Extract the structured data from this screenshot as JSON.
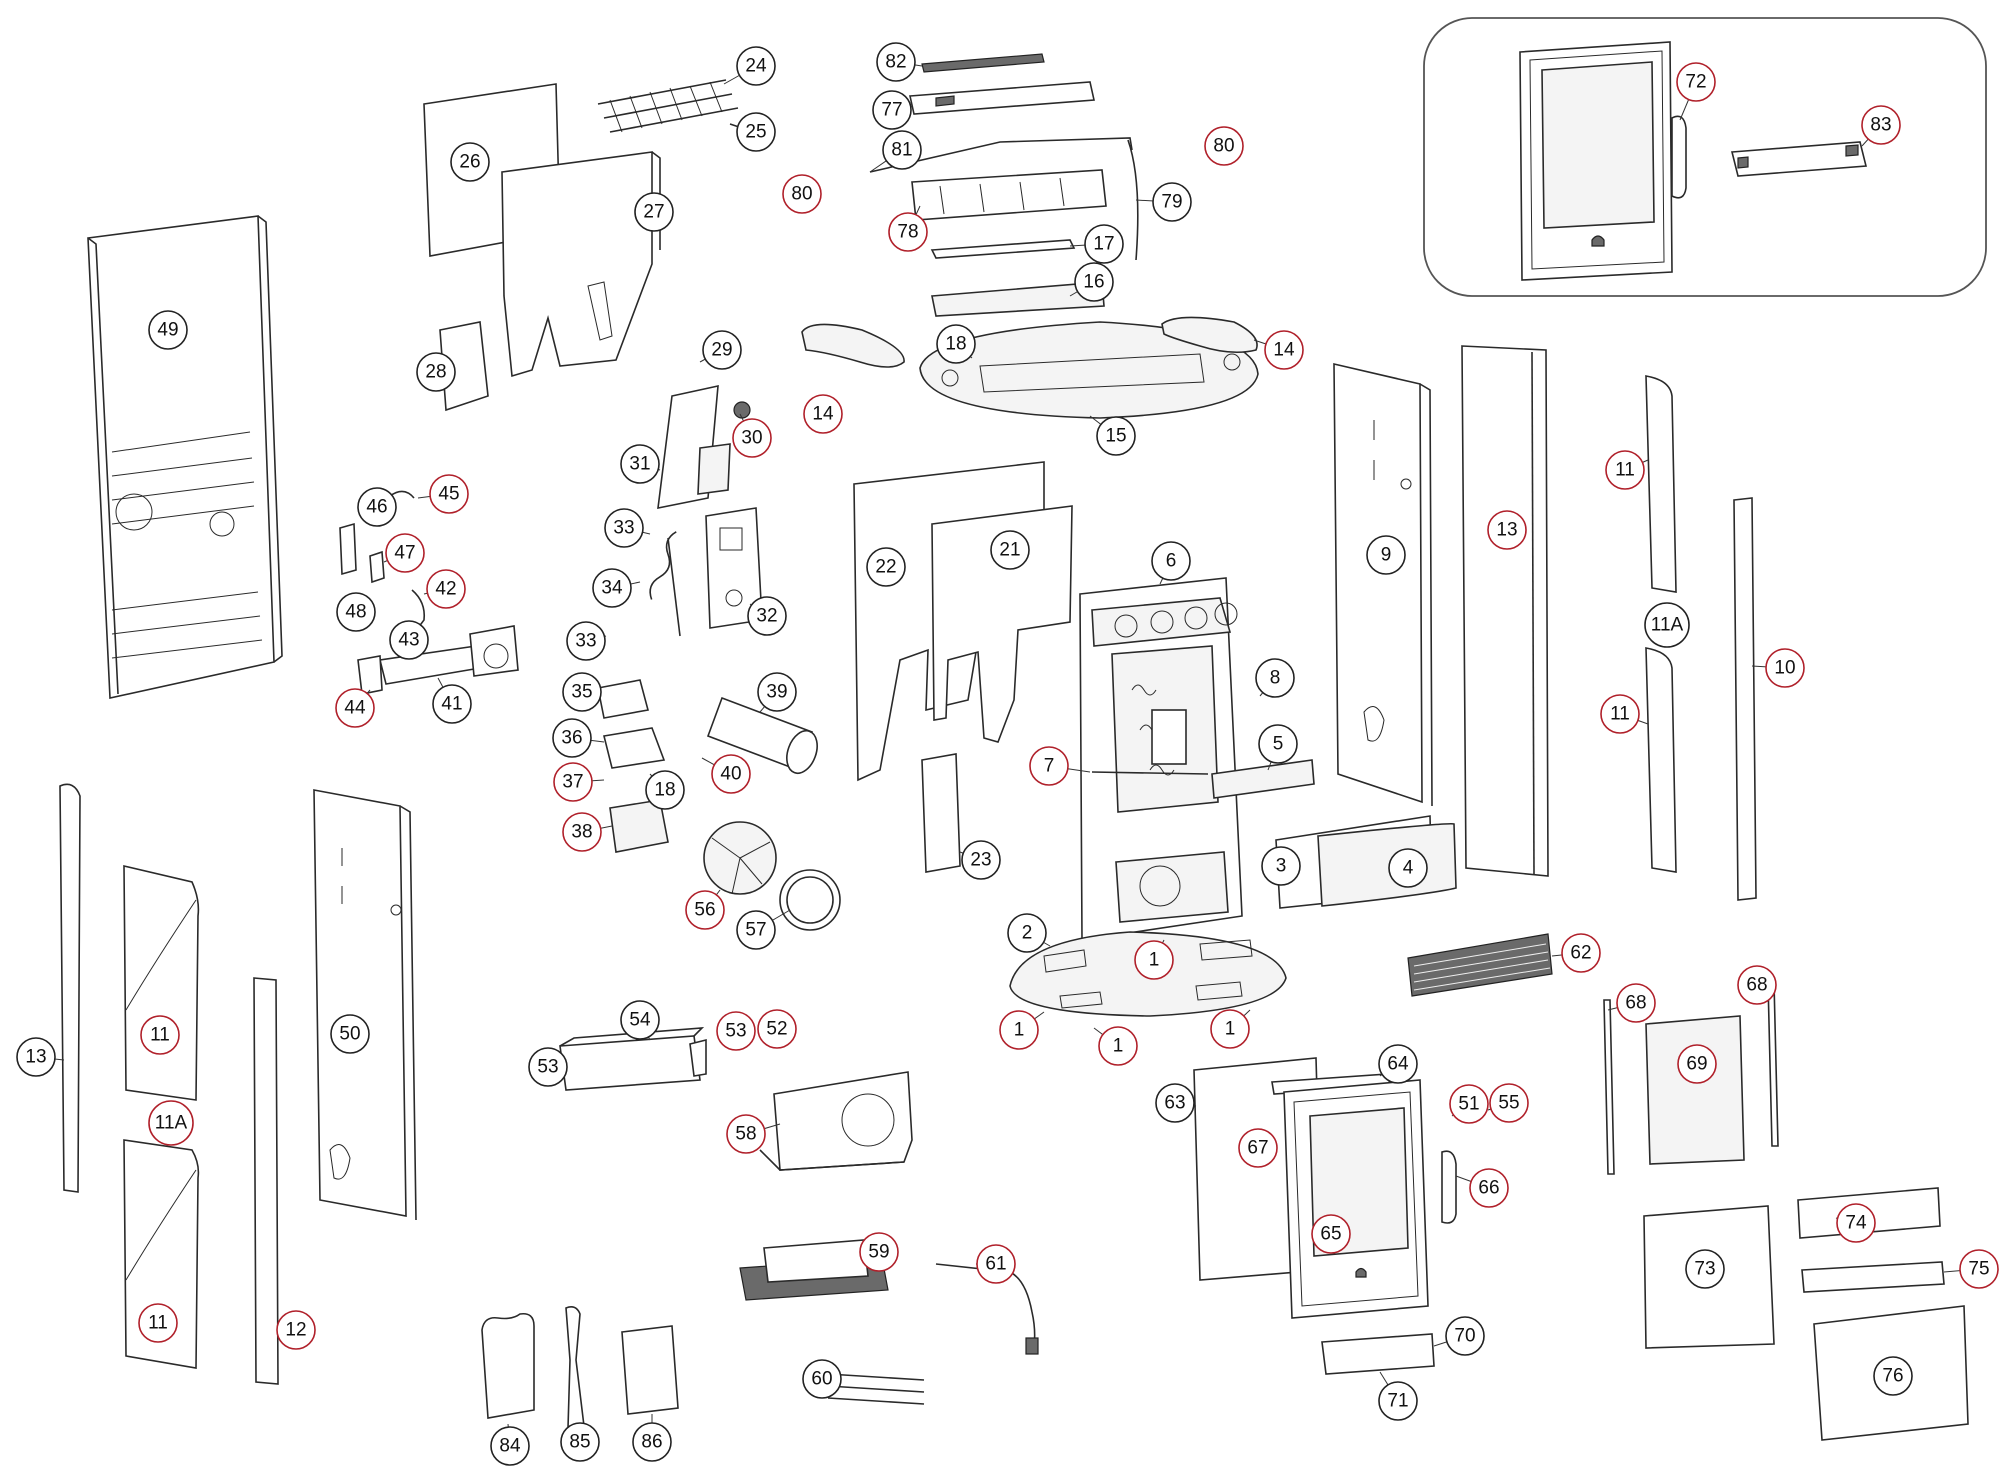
{
  "diagram": {
    "callout_labels": [
      "82",
      "77",
      "81",
      "78",
      "80",
      "80",
      "79",
      "17",
      "16",
      "18",
      "14",
      "14",
      "15",
      "24",
      "25",
      "26",
      "27",
      "28",
      "29",
      "30",
      "31",
      "33",
      "34",
      "33",
      "32",
      "35",
      "36",
      "37",
      "18",
      "38",
      "39",
      "40",
      "45",
      "46",
      "47",
      "42",
      "48",
      "43",
      "41",
      "44",
      "49",
      "72",
      "83",
      "6",
      "9",
      "13",
      "11",
      "11A",
      "11",
      "10",
      "21",
      "22",
      "8",
      "5",
      "7",
      "3",
      "4",
      "2",
      "1",
      "1",
      "1",
      "1",
      "62",
      "23",
      "56",
      "57",
      "13",
      "11",
      "11A",
      "11",
      "12",
      "50",
      "54",
      "53",
      "52",
      "53",
      "58",
      "63",
      "64",
      "51",
      "55",
      "67",
      "66",
      "65",
      "68",
      "68",
      "69",
      "73",
      "74",
      "75",
      "76",
      "59",
      "61",
      "60",
      "70",
      "71",
      "84",
      "85",
      "86"
    ]
  }
}
